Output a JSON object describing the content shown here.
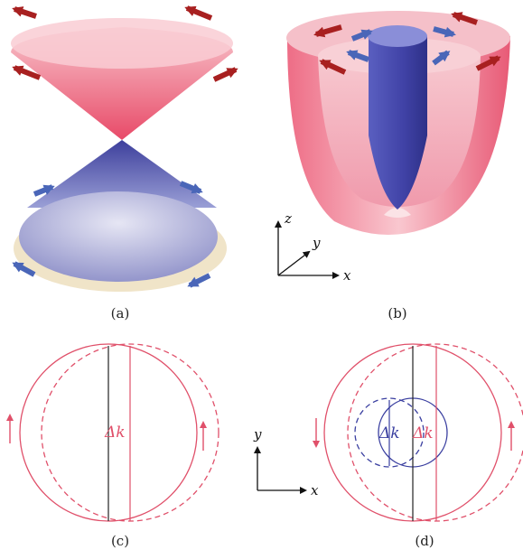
{
  "captions": {
    "a": "(a)",
    "b": "(b)",
    "c": "(c)",
    "d": "(d)"
  },
  "axes_b": {
    "z": "z",
    "y": "y",
    "x": "x"
  },
  "axes_d": {
    "y": "y",
    "x": "x"
  },
  "delta_k": "Δk",
  "colors": {
    "pink": "#e0506a",
    "blue": "#3a3fa0",
    "dark": "#222222",
    "red_arrow": "#a82020",
    "blue_arrow": "#4a66b8"
  }
}
